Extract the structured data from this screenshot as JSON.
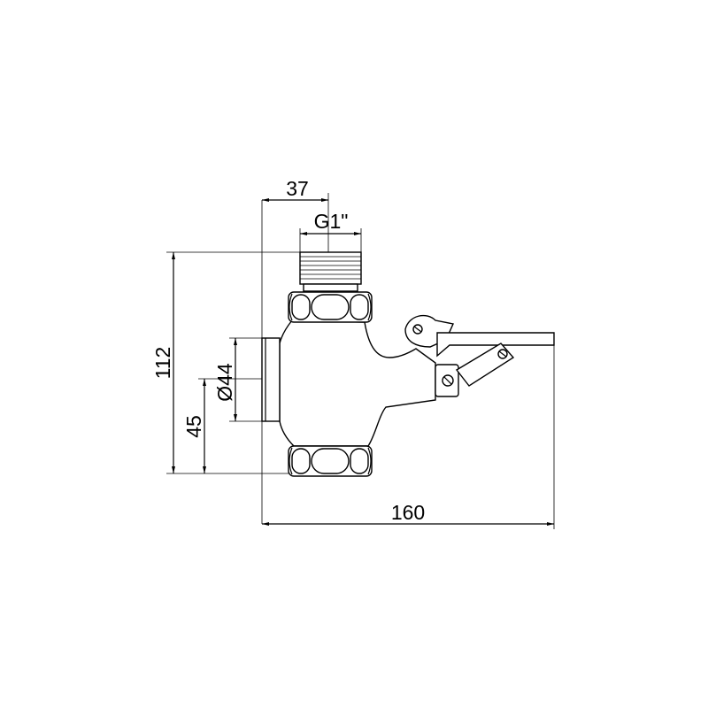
{
  "dimensions": {
    "total_width": "160",
    "total_height": "112",
    "outlet_offset": "37",
    "thread_spec": "G1\"",
    "outlet_diameter": "Ø44",
    "outlet_height": "45"
  },
  "colors": {
    "line": "#000000",
    "background": "#ffffff"
  }
}
